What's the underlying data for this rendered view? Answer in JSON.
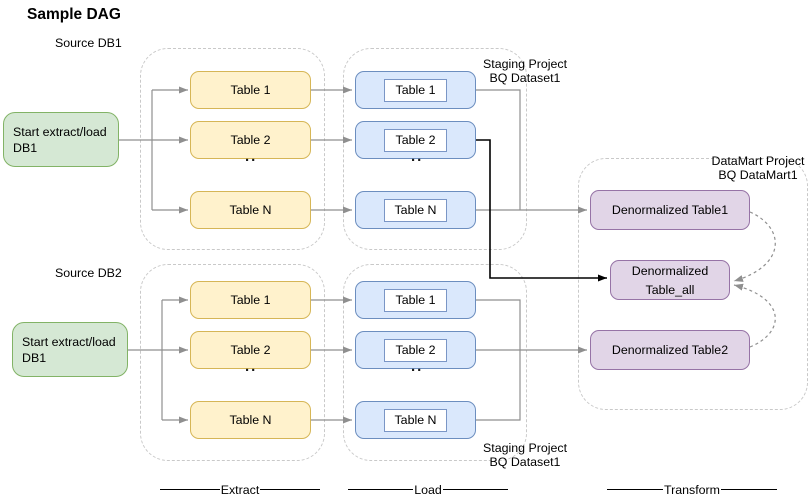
{
  "title": "Sample DAG",
  "pipelines": [
    {
      "source_label": "Source DB1",
      "start_node_label": "Start extract/load DB1",
      "extract_tables": [
        "Table 1",
        "Table 2",
        "Table N"
      ],
      "load_tables": [
        "Table 1",
        "Table 2",
        "Table N"
      ],
      "staging_label": "Staging Project BQ Dataset1",
      "ellipsis": ".."
    },
    {
      "source_label": "Source DB2",
      "start_node_label": "Start extract/load DB1",
      "extract_tables": [
        "Table 1",
        "Table 2",
        "Table N"
      ],
      "load_tables": [
        "Table 1",
        "Table 2",
        "Table N"
      ],
      "staging_label": "Staging Project BQ Dataset1",
      "ellipsis": ".."
    }
  ],
  "datamart": {
    "label": "DataMart Project BQ DataMart1",
    "tables": [
      "Denormalized Table1",
      "Denormalized Table_all",
      "Denormalized Table2"
    ]
  },
  "phases": [
    "Extract",
    "Load",
    "Transform"
  ],
  "colors": {
    "start_fill": "#d5e8d4",
    "start_stroke": "#82b366",
    "extract_fill": "#fff2cc",
    "extract_stroke": "#d6b656",
    "load_fill": "#dae8fc",
    "load_stroke": "#6c8ebf",
    "load_inner_fill": "#ffffff",
    "load_inner_stroke": "#7a96c6",
    "datamart_fill": "#e1d5e7",
    "datamart_stroke": "#9673a6",
    "connector": "#8f8f8f",
    "connector_emphasis": "#000000",
    "container_border": "#c9c9c9"
  }
}
